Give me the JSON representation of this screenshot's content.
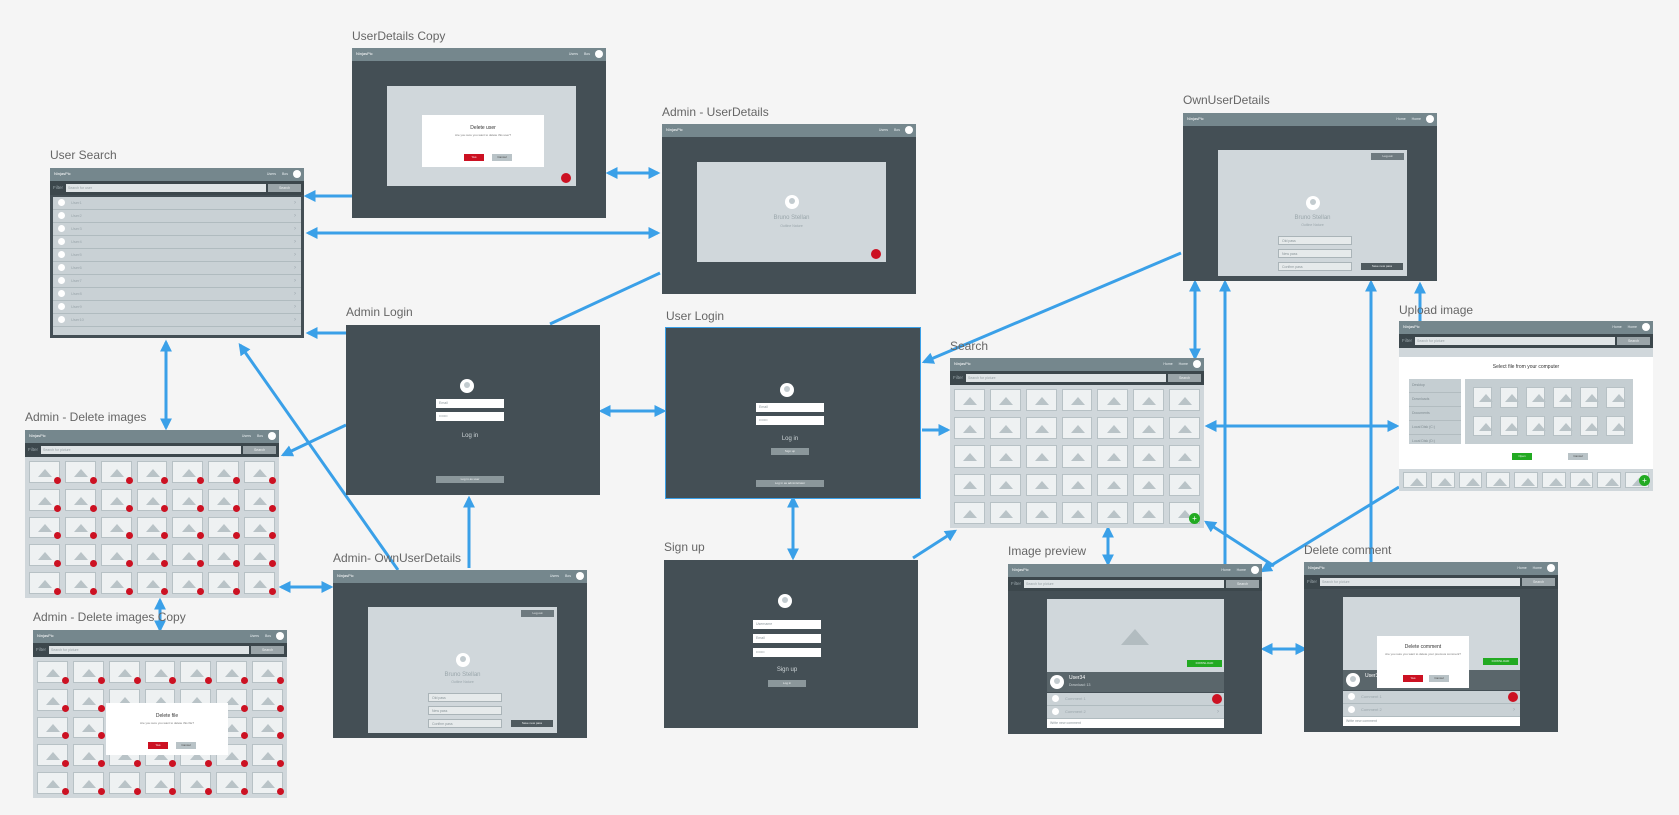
{
  "titles": {
    "user_details_copy": "UserDetails Copy",
    "admin_user_details": "Admin - UserDetails",
    "user_search": "User Search",
    "admin_login": "Admin Login",
    "user_login": "User Login",
    "admin_delete_images": "Admin - Delete images",
    "admin_delete_images_copy": "Admin - Delete images Copy",
    "admin_own_user_details": "Admin- OwnUserDetails",
    "sign_up": "Sign up",
    "search": "Search",
    "image_preview": "Image preview",
    "delete_comment": "Delete comment",
    "own_user_details": "OwnUserDetails",
    "upload_image": "Upload image"
  },
  "app": {
    "logo": "NinjasPic",
    "nav_user": "Home Home",
    "nav_admin": "Users Bos"
  },
  "filter": {
    "label": "Filter",
    "image_placeholder": "Search for picture",
    "user_placeholder": "Search for user",
    "search_button": "Search"
  },
  "user_list": [
    "User1",
    "User2",
    "User3",
    "User4",
    "User5",
    "User6",
    "User7",
    "User8",
    "User9",
    "User10"
  ],
  "dialogs": {
    "delete_user": {
      "title": "Delete user",
      "text": "Are you sure you want to delete this user?"
    },
    "delete_file": {
      "title": "Delete file",
      "text": "Are you sure you want to delete this file?"
    },
    "delete_comment": {
      "title": "Delete comment",
      "text": "Are you sure you want to delete your previous comment?"
    },
    "yes": "Yes",
    "cancel": "Cancel"
  },
  "profile": {
    "name": "Bruno Stellan",
    "subtitle": "Outline Nature",
    "logout": "Log out",
    "old_pass": "Old pass",
    "new_pass": "New pass",
    "confirm_pass": "Confirm pass",
    "change_pass": "Save new pass"
  },
  "login": {
    "email": "Email",
    "password": "•••••••",
    "username": "Username",
    "log_in": "Log in",
    "sign_up": "Sign up",
    "log_in_as_user": "Log in as user",
    "log_in_as_admin": "Log in as administrator"
  },
  "preview": {
    "download": "DOWNLOAD",
    "user": "User34",
    "downloads": "Download: 13",
    "comment1": "Comment 1",
    "comment2": "Comment 2",
    "new_comment": "Write new comment"
  },
  "upload": {
    "heading": "Select file from your computer",
    "folders": [
      "Desktop",
      "Downloads",
      "Documents",
      "Local Disk (C:)",
      "Local Disk (D:)"
    ],
    "open": "Open",
    "cancel": "Cancel"
  },
  "colors": {
    "arrow": "#3aa0e8",
    "screen": "#444f55",
    "bar": "#75878d",
    "panel": "#d0d7db",
    "delete": "#cc1122",
    "add": "#22aa22"
  }
}
